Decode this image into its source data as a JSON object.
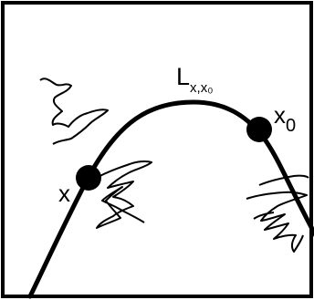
{
  "diagram": {
    "curve_label_main": "L",
    "curve_label_sub": "x,x₀",
    "point_x_label": "x",
    "point_x0_label_main": "x",
    "point_x0_label_sub": "0"
  },
  "colors": {
    "ink": "#000000",
    "background": "#ffffff"
  }
}
